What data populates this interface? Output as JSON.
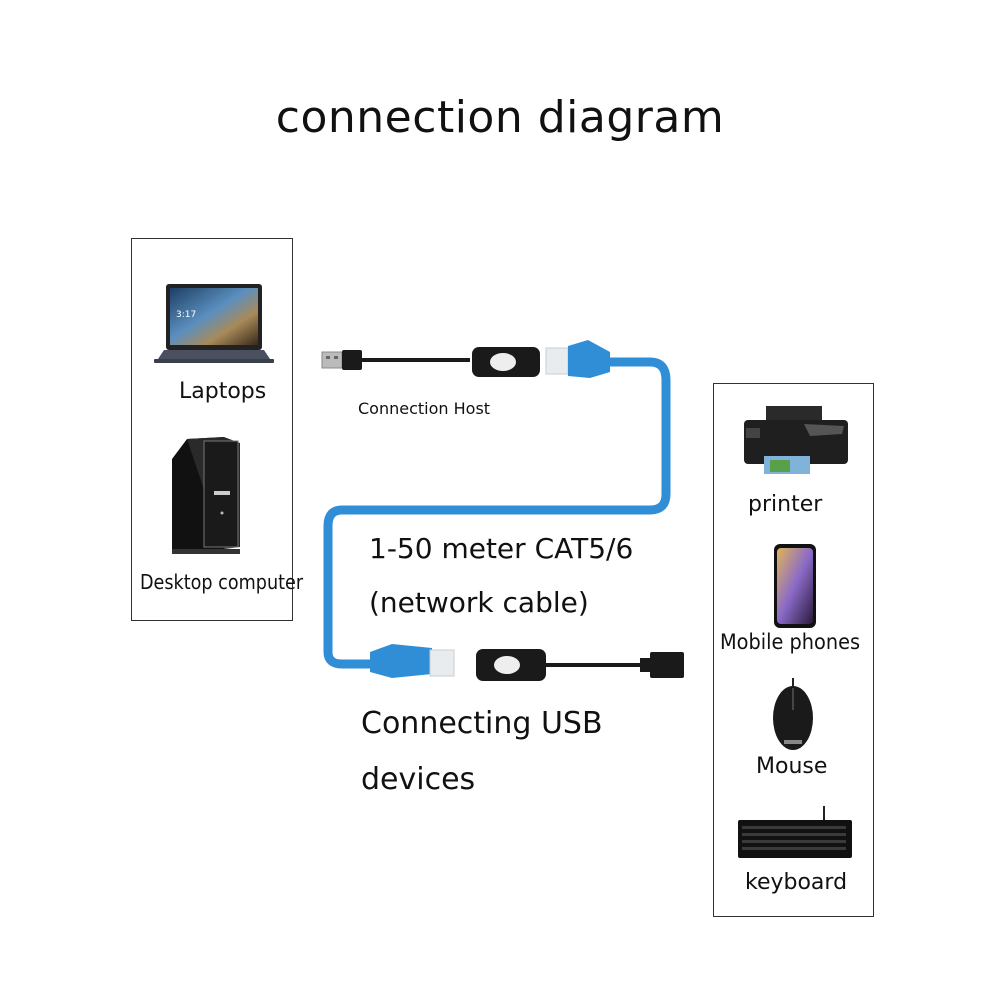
{
  "title": "connection diagram",
  "source_devices": {
    "items": [
      {
        "label": "Laptops",
        "icon": "laptop-icon"
      },
      {
        "label": "Desktop computer",
        "icon": "desktop-tower-icon"
      }
    ]
  },
  "cable": {
    "host_label": "Connection Host",
    "cable_label_line1": "1-50 meter CAT5/6",
    "cable_label_line2": "(network cable)",
    "device_label_line1": "Connecting USB",
    "device_label_line2": "devices",
    "cable_color": "#2f8ed6",
    "adapter_color": "#1a1a1a"
  },
  "target_devices": {
    "items": [
      {
        "label": "printer",
        "icon": "printer-icon"
      },
      {
        "label": "Mobile phones",
        "icon": "smartphone-icon"
      },
      {
        "label": "Mouse",
        "icon": "mouse-icon"
      },
      {
        "label": "keyboard",
        "icon": "keyboard-icon"
      }
    ]
  },
  "laptop_screen_time": "3:17"
}
